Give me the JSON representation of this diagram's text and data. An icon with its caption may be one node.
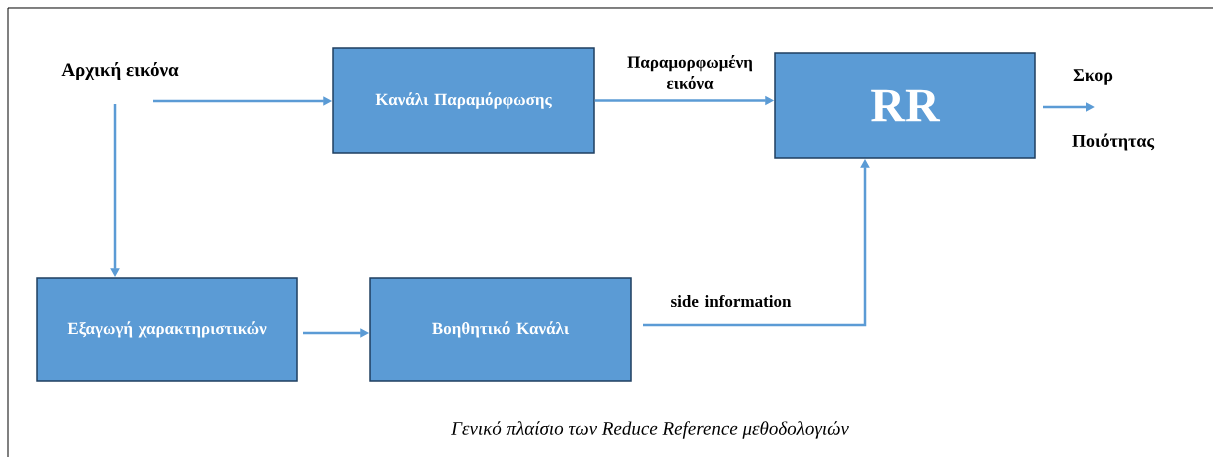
{
  "diagram": {
    "caption": "Γενικό πλαίσιο των Reduce Reference μεθοδολογιών",
    "nodes": [
      {
        "text": [
          "Αρχική εικόνα"
        ]
      },
      {
        "text": [
          "Κανάλι Παραμόρφωσης"
        ]
      },
      {
        "text": [
          "RR"
        ]
      },
      {
        "text": [
          "Εξαγωγή χαρακτηριστικών"
        ]
      },
      {
        "text": [
          "Βοηθητικό Κανάλι"
        ]
      }
    ],
    "edges": [
      {
        "from": 0,
        "to": 1,
        "arrow": "to"
      },
      {
        "from": 0,
        "to": 3,
        "arrow": "to"
      },
      {
        "from": 1,
        "to": 2,
        "arrow": "to",
        "label": "Παραμορφωμένη εικόνα"
      },
      {
        "from": 3,
        "to": 4,
        "arrow": "to"
      },
      {
        "from": 4,
        "to": 2,
        "arrow": "to",
        "label": "side information"
      },
      {
        "from": 2,
        "to": null,
        "arrow": "to"
      }
    ],
    "labels": [
      "Σκορ",
      "Ποιότητας"
    ]
  }
}
